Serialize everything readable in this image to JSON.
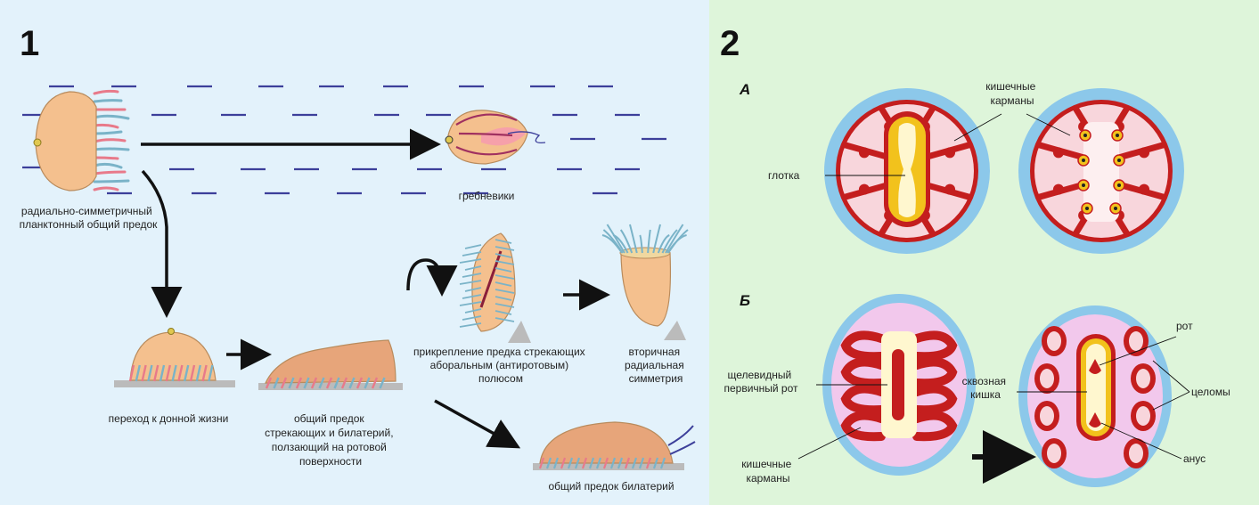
{
  "panel1": {
    "number": "1",
    "labels": {
      "ancestor": [
        "радиально-симметричный",
        "планктонный общий предок"
      ],
      "ctenophores": "гребневики",
      "benthic": "переход к донной жизни",
      "common_ancestor": [
        "общий предок",
        "стрекающих и билатерий,",
        "ползающий на ротовой",
        "поверхности"
      ],
      "attachment": [
        "прикрепление предка стрекающих",
        "аборальным (антиротовым)",
        "полюсом"
      ],
      "secondary": [
        "вторичная",
        "радиальная",
        "симметрия"
      ],
      "bilateria": "общий предок билатерий"
    }
  },
  "panel2": {
    "number": "2",
    "section_a": "А",
    "section_b": "Б",
    "labels": {
      "gut_pockets_top": [
        "кишечные",
        "карманы"
      ],
      "pharynx": "глотка",
      "slit_mouth": [
        "щелевидный",
        "первичный рот"
      ],
      "gut_pockets_bottom": [
        "кишечные",
        "карманы"
      ],
      "mouth": "рот",
      "through_gut": [
        "сквозная",
        "кишка"
      ],
      "coeloms": "целомы",
      "anus": "анус"
    }
  },
  "colors": {
    "panel1_bg": "#e3f2fb",
    "panel2_bg": "#def5da",
    "body": "#f4c08e",
    "tentacle": "#7ab3c8",
    "tentacle_pink": "#e87a8a",
    "water": "#3c3f9a",
    "gut_red": "#c41e1e",
    "outer_blue": "#8cc8ea",
    "pink_fill": "#f8d6dc",
    "lilac_fill": "#f2c8ec",
    "yellow": "#f2c21c",
    "cream": "#fff7cf"
  }
}
